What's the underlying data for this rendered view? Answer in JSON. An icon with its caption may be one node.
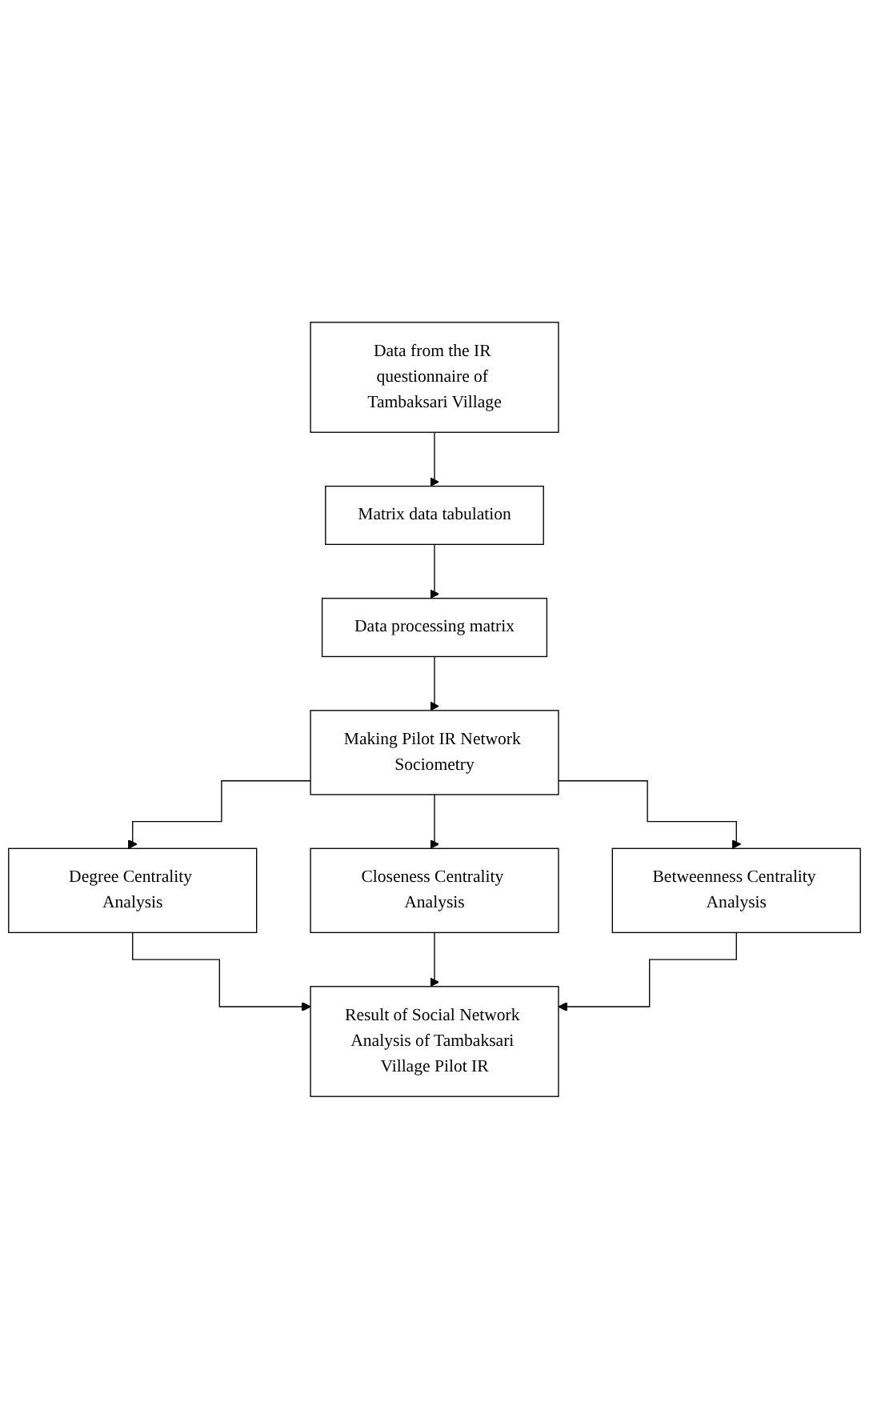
{
  "diagram": {
    "nodes": [
      {
        "text": [
          "Data from the IR questionnaire of Tambaksari Village"
        ]
      },
      {
        "text": [
          "Matrix data tabulation"
        ]
      },
      {
        "text": [
          "Data processing matrix"
        ]
      },
      {
        "text": [
          "Making Pilot IR Network Sociometry"
        ]
      },
      {
        "text": [
          "Degree Centrality Analysis"
        ]
      },
      {
        "text": [
          "Closeness Centrality Analysis"
        ]
      },
      {
        "text": [
          "Betweenness Centrality Analysis"
        ]
      },
      {
        "text": [
          "Result of Social Network Analysis of Tambaksari Village Pilot IR"
        ]
      }
    ],
    "edges": [
      {
        "from": 0,
        "to": 1,
        "arrow": "to"
      },
      {
        "from": 1,
        "to": 2,
        "arrow": "to"
      },
      {
        "from": 2,
        "to": 3,
        "arrow": "to"
      },
      {
        "from": 3,
        "to": 4,
        "arrow": "to"
      },
      {
        "from": 3,
        "to": 5,
        "arrow": "to"
      },
      {
        "from": 3,
        "to": 6,
        "arrow": "to"
      },
      {
        "from": 4,
        "to": 7,
        "arrow": "to"
      },
      {
        "from": 5,
        "to": 7,
        "arrow": "to"
      },
      {
        "from": 6,
        "to": 7,
        "arrow": "to"
      }
    ]
  }
}
